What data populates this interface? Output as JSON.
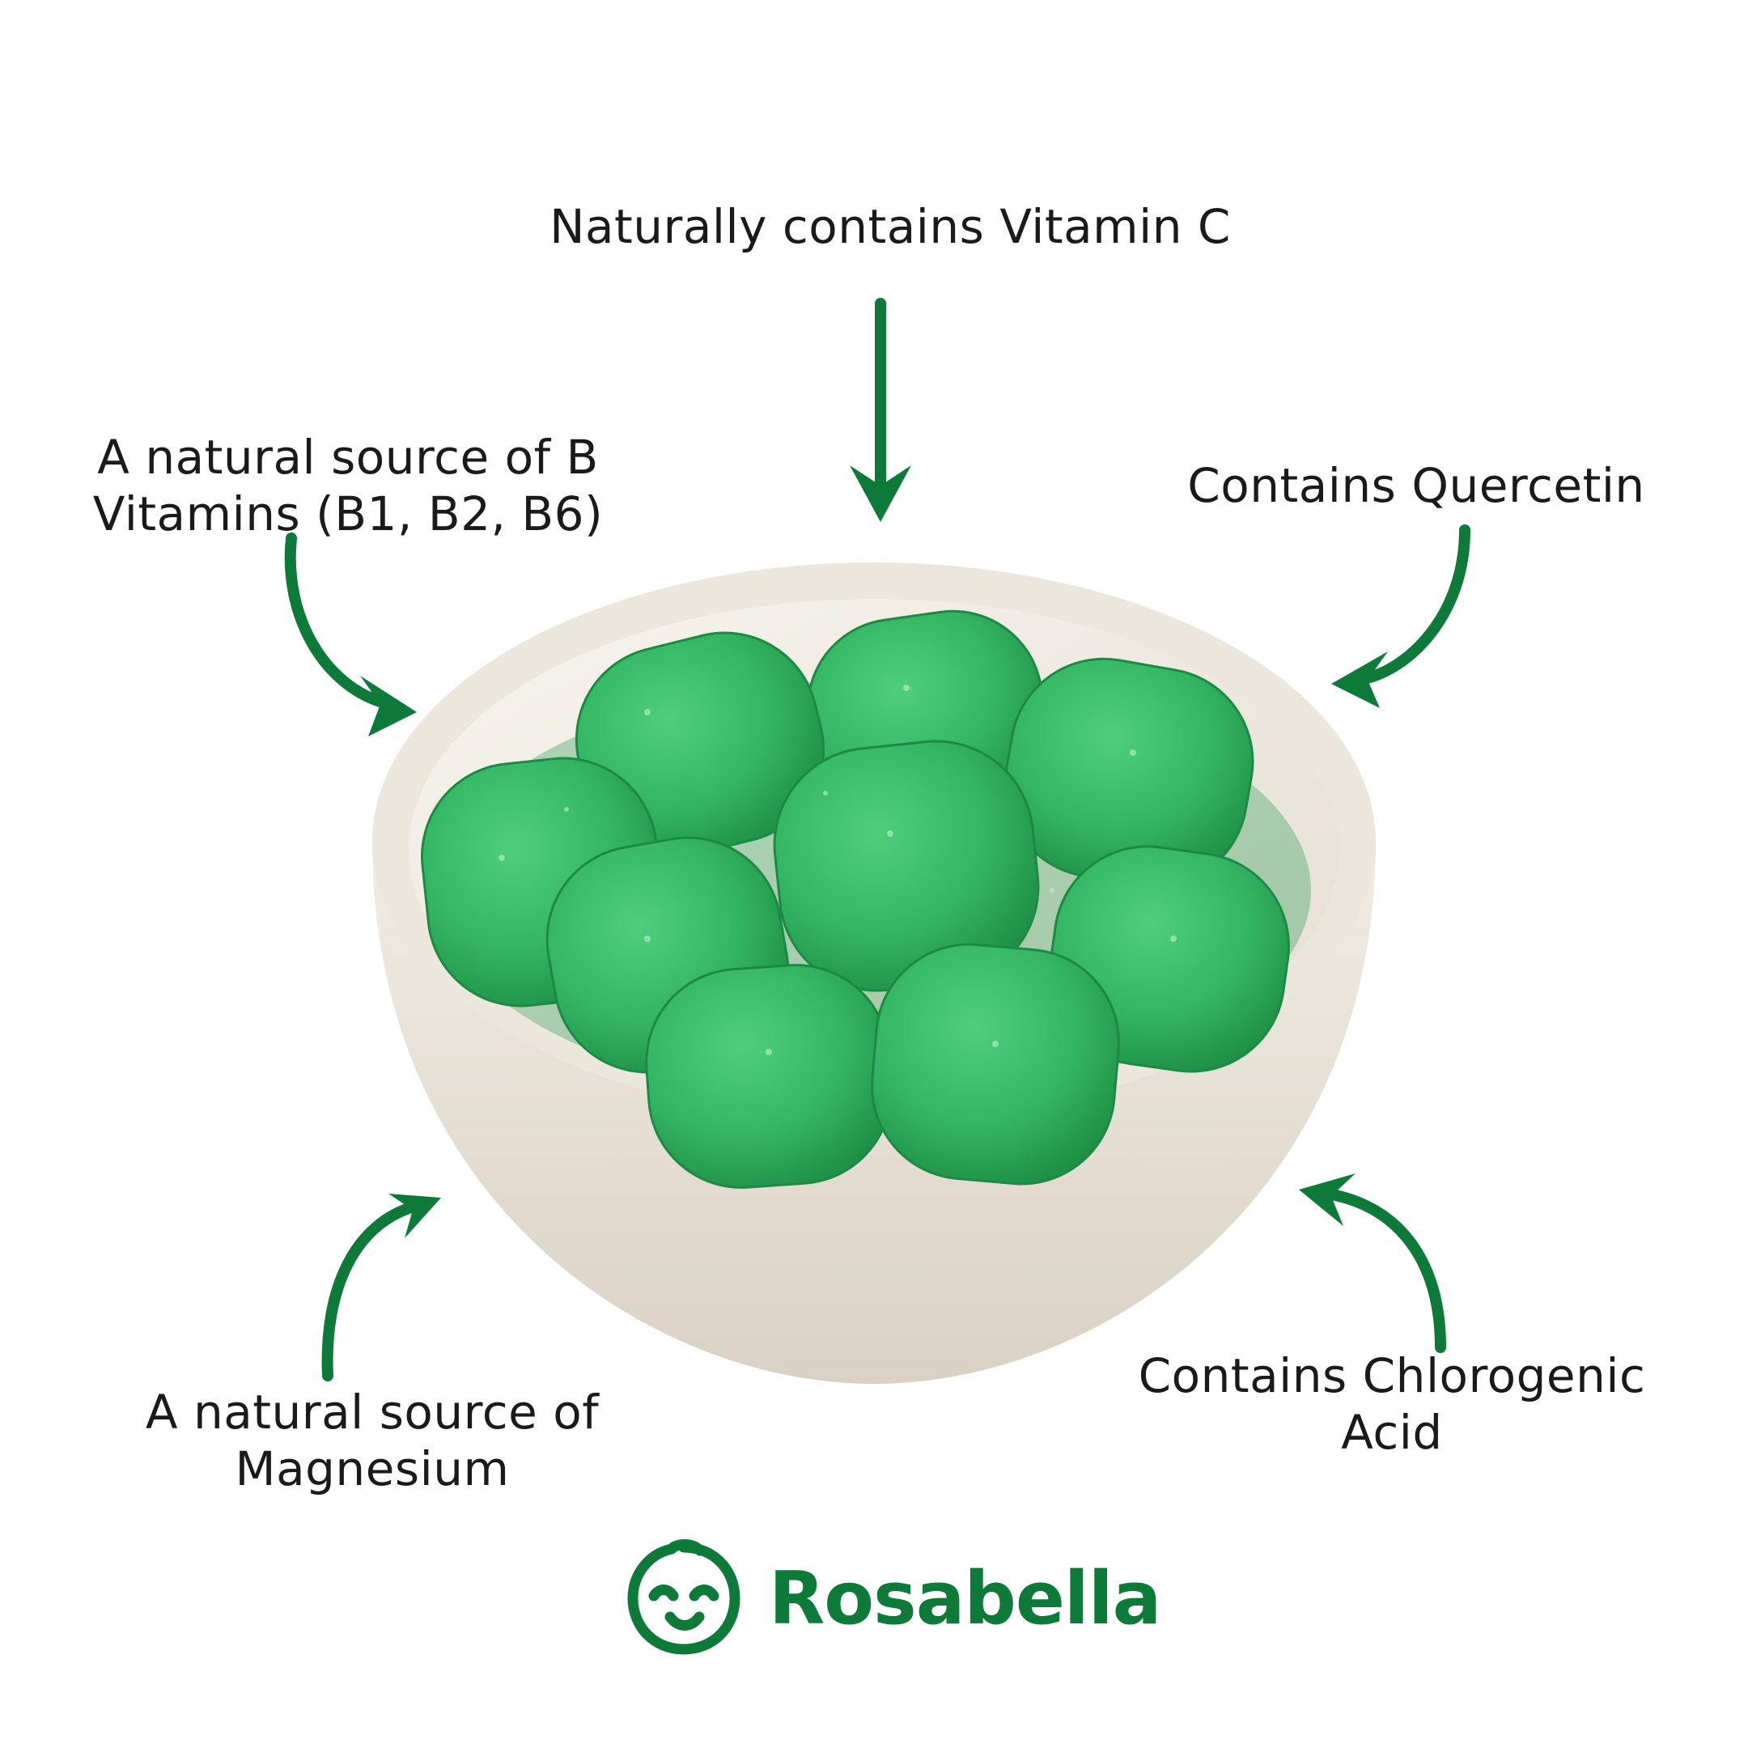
{
  "labels": {
    "top": "Naturally contains Vitamin C",
    "top_left": "A natural source of B\nVitamins (B1, B2, B6)",
    "top_right": "Contains Quercetin",
    "bottom_left": "A natural source of\nMagnesium",
    "bottom_right": "Contains Chlorogenic\nAcid"
  },
  "brand": {
    "name": "Rosabella",
    "logo_icon": "smiling-face-icon"
  },
  "colors": {
    "accent": "#0e7a3a",
    "gummy": "#36b865",
    "gummy_dark": "#1e8f47",
    "bowl": "#e6e1d6",
    "text": "#1a1a1a"
  }
}
